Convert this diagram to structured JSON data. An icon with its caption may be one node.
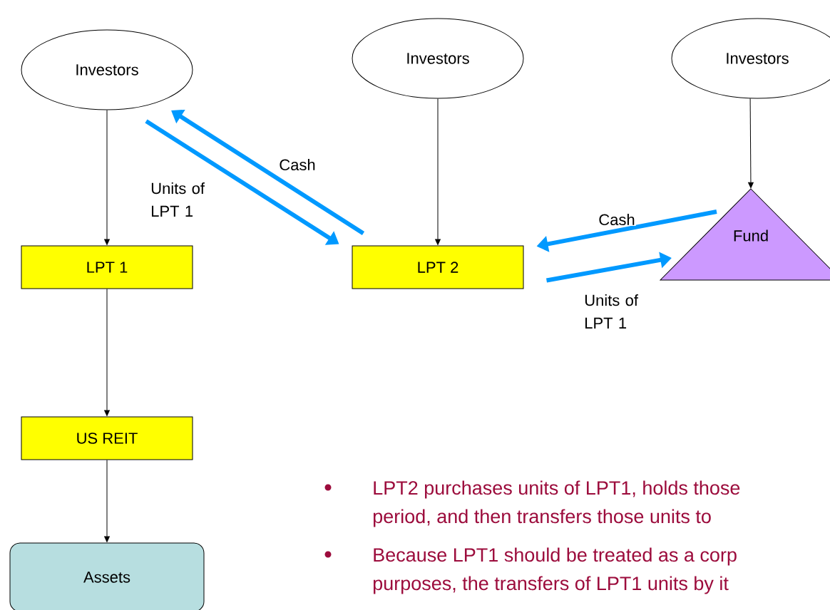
{
  "diagram": {
    "nodes": [
      {
        "text": [
          "Investors"
        ]
      },
      {
        "text": [
          "Investors"
        ]
      },
      {
        "text": [
          "Investors"
        ]
      },
      {
        "text": [
          "LPT 1"
        ]
      },
      {
        "text": [
          "LPT 2"
        ]
      },
      {
        "text": [
          "Fund"
        ]
      },
      {
        "text": [
          "US REIT"
        ]
      },
      {
        "text": [
          "Assets"
        ]
      }
    ],
    "edges": [
      {
        "from": 0,
        "to": 3,
        "arrow": "to"
      },
      {
        "from": 1,
        "to": 4,
        "arrow": "to"
      },
      {
        "from": 2,
        "to": 5,
        "arrow": "to"
      },
      {
        "from": 3,
        "to": 6,
        "arrow": "to"
      },
      {
        "from": 6,
        "to": 7,
        "arrow": "to"
      },
      {
        "from": 0,
        "to": 4,
        "arrow": "to",
        "label": "Units of LPT 1",
        "style": "thick",
        "color": "#0099ff"
      },
      {
        "from": 4,
        "to": 0,
        "arrow": "to",
        "label": "Cash",
        "style": "thick",
        "color": "#0099ff"
      },
      {
        "from": 5,
        "to": 4,
        "arrow": "to",
        "label": "Cash",
        "style": "thick",
        "color": "#0099ff"
      },
      {
        "from": 4,
        "to": 5,
        "arrow": "to",
        "label": "Units of LPT 1",
        "style": "thick",
        "color": "#0099ff"
      }
    ],
    "labels": [
      "LPT2 purchases units of LPT1, holds those",
      "period, and then transfers those units to",
      "Because LPT1 should be treated as a corp",
      "purposes, the transfers of LPT1 units by it"
    ]
  }
}
